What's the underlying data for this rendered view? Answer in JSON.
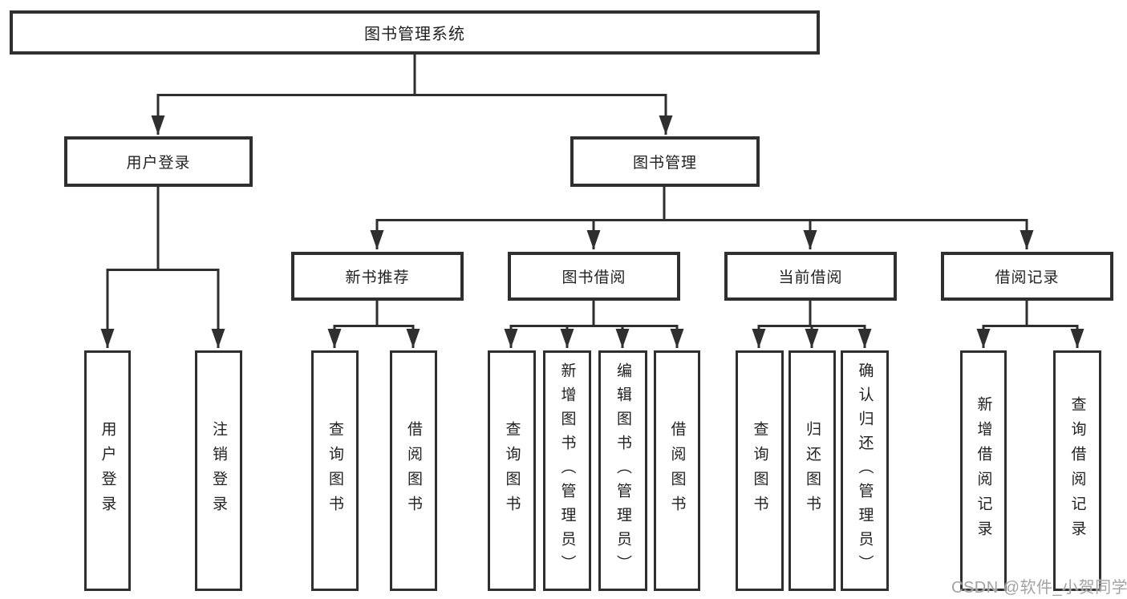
{
  "tree": {
    "label": "图书管理系统",
    "children": [
      {
        "label": "用户登录",
        "children": [
          {
            "label": "用户登录"
          },
          {
            "label": "注销登录"
          }
        ]
      },
      {
        "label": "图书管理",
        "children": [
          {
            "label": "新书推荐",
            "children": [
              {
                "label": "查询图书"
              },
              {
                "label": "借阅图书"
              }
            ]
          },
          {
            "label": "图书借阅",
            "children": [
              {
                "label": "查询图书"
              },
              {
                "label": "新增图书（管理员）"
              },
              {
                "label": "编辑图书（管理员）"
              },
              {
                "label": "借阅图书"
              }
            ]
          },
          {
            "label": "当前借阅",
            "children": [
              {
                "label": "查询图书"
              },
              {
                "label": "归还图书"
              },
              {
                "label": "确认归还（管理员）"
              }
            ]
          },
          {
            "label": "借阅记录",
            "children": [
              {
                "label": "新增借阅记录"
              },
              {
                "label": "查询借阅记录"
              }
            ]
          }
        ]
      }
    ]
  },
  "watermark": {
    "text": "CSDN @软件_小贺同学"
  },
  "colors": {
    "line": "#2f2f2f",
    "box_border": "#2f2f2f",
    "text": "#222222",
    "background": "#ffffff",
    "watermark": "#a3a3a3"
  }
}
